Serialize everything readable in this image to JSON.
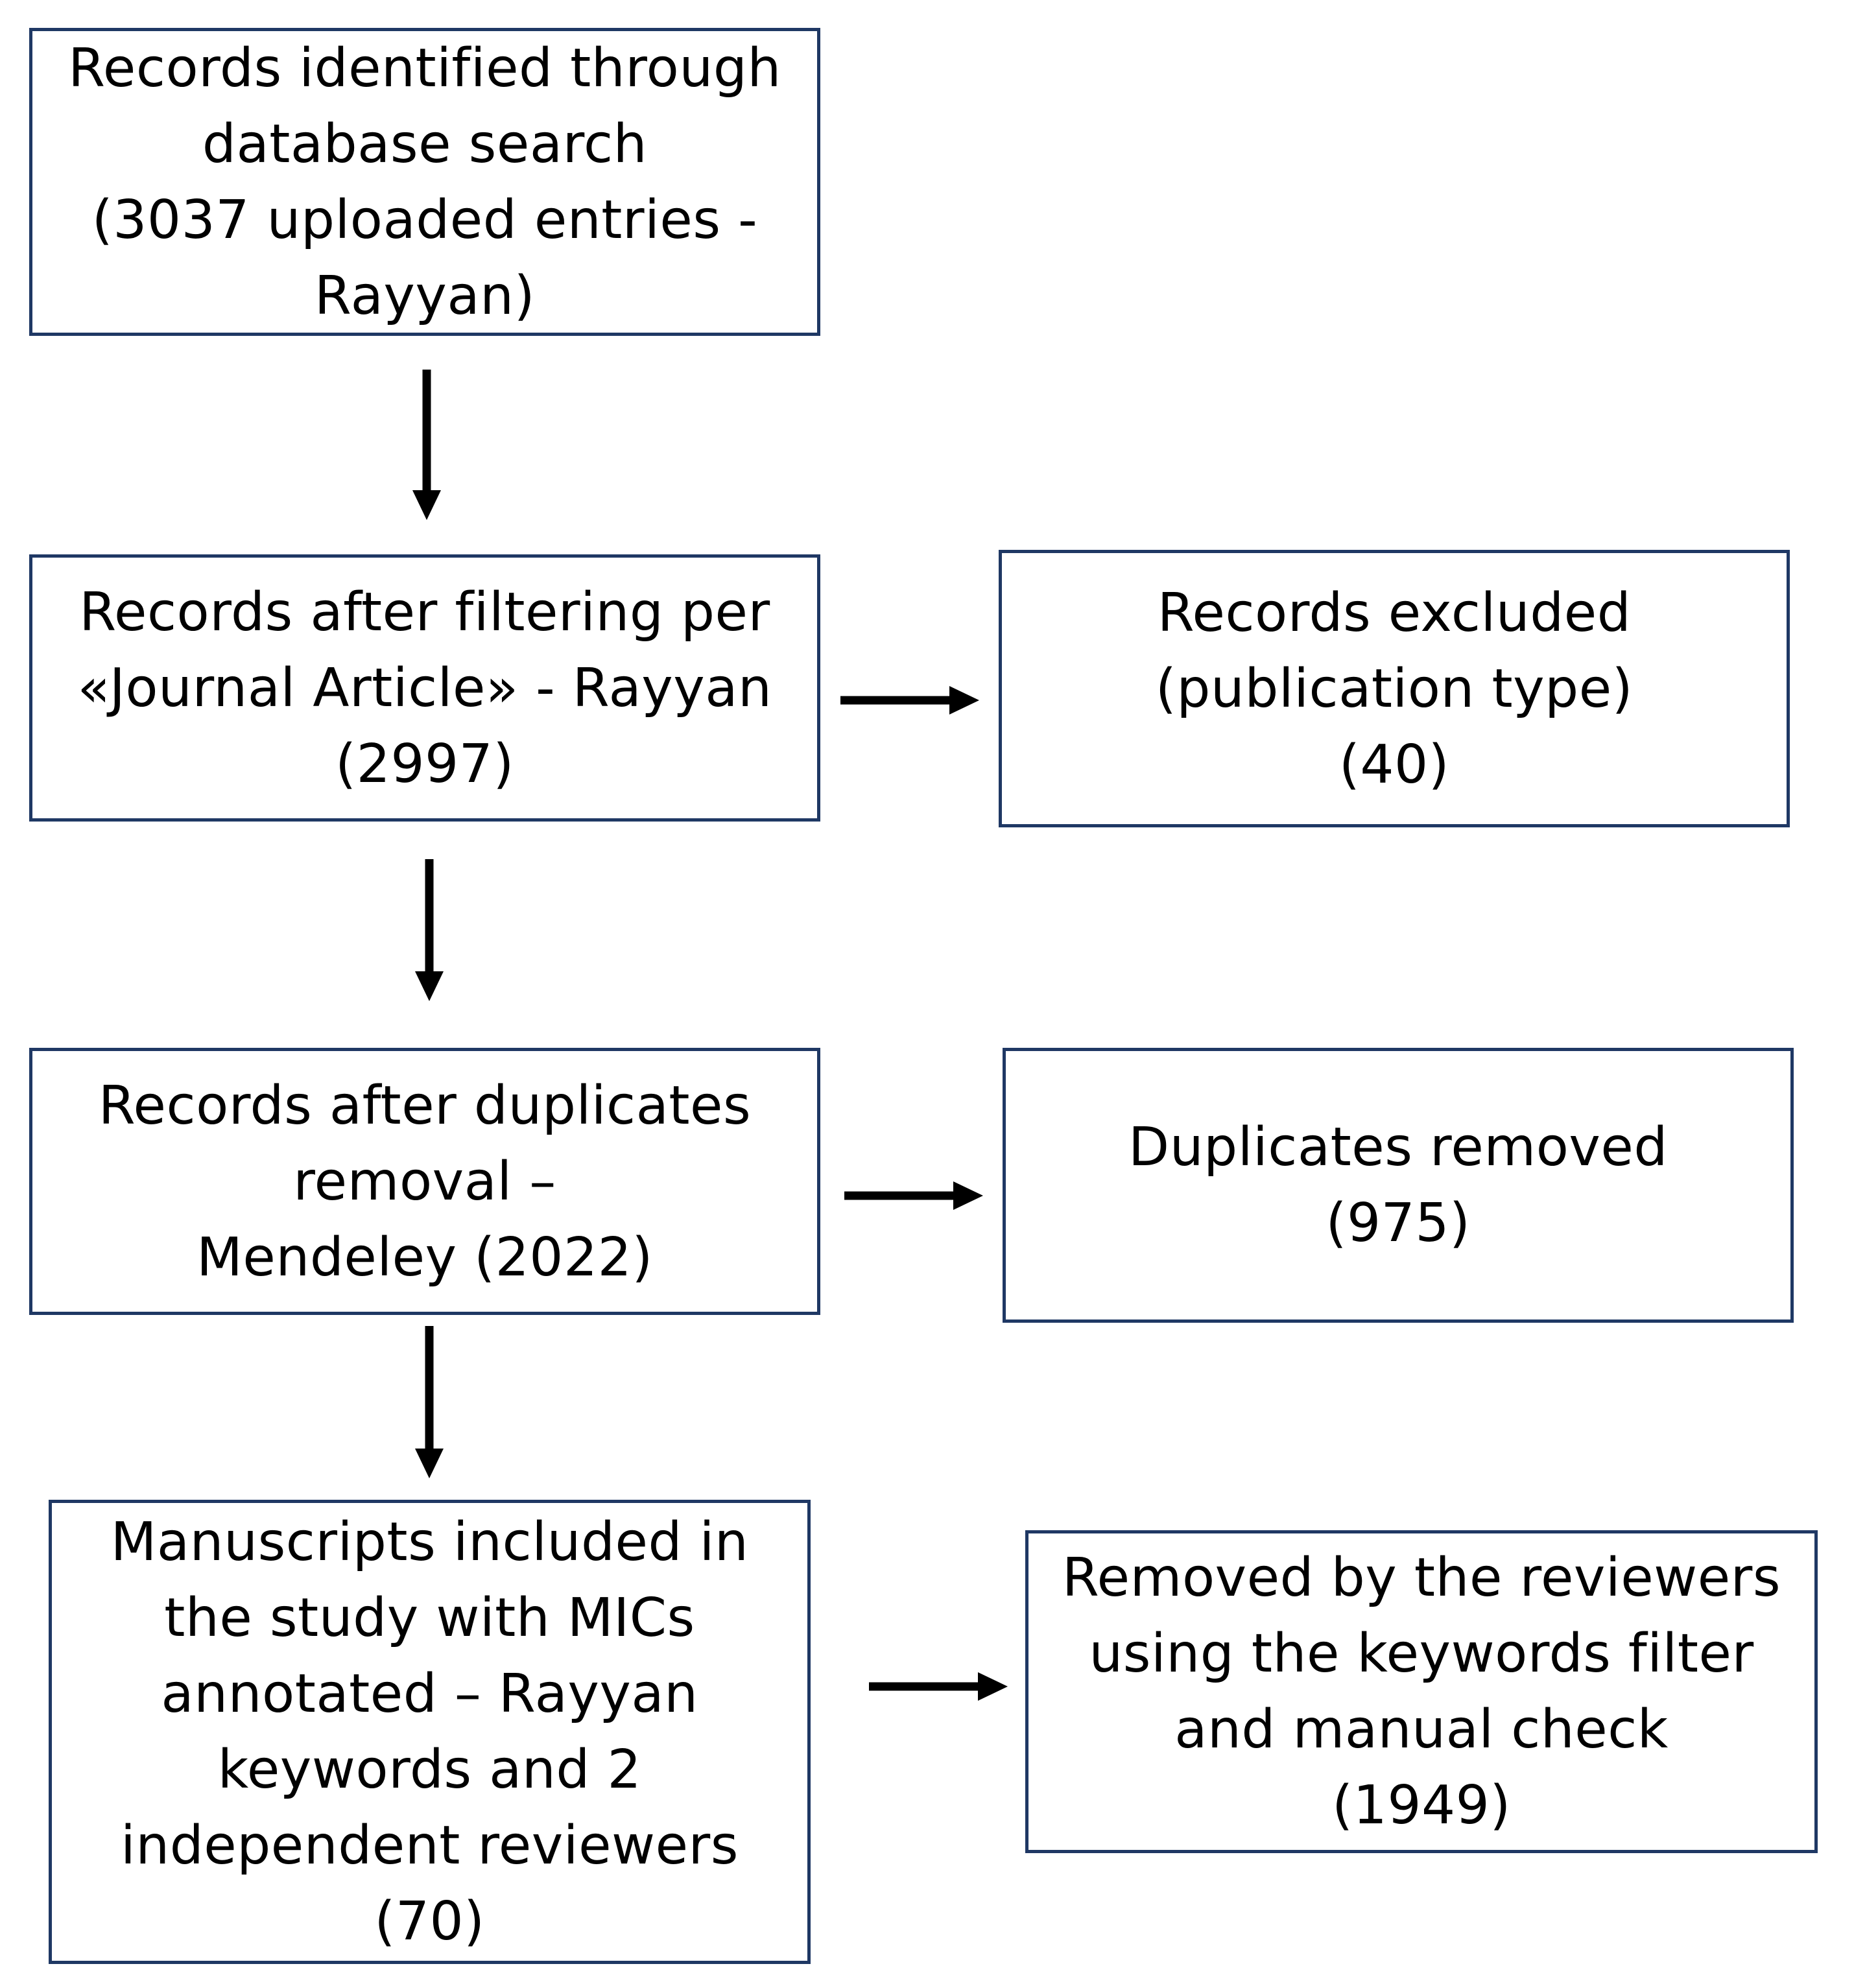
{
  "colors": {
    "box_border": "#1f3864",
    "arrow": "#000000",
    "background": "#ffffff"
  },
  "diagram": {
    "type": "flowchart",
    "main_steps": [
      {
        "id": "identified",
        "lines": [
          "Records identified through",
          "database search",
          "(3037 uploaded entries -",
          "Rayyan)"
        ],
        "count": 3037
      },
      {
        "id": "filtered",
        "lines": [
          "Records after filtering per",
          "«Journal Article» - Rayyan",
          "(2997)"
        ],
        "count": 2997
      },
      {
        "id": "deduplicated",
        "lines": [
          "Records after duplicates",
          "removal –",
          "Mendeley (2022)"
        ],
        "count": 2022
      },
      {
        "id": "included",
        "lines": [
          "Manuscripts included in",
          "the study with MICs",
          "annotated – Rayyan",
          "keywords and 2",
          "independent reviewers",
          "(70)"
        ],
        "count": 70
      }
    ],
    "exclusions": [
      {
        "id": "excluded-publication-type",
        "lines": [
          "Records excluded",
          "(publication type)",
          "(40)"
        ],
        "count": 40
      },
      {
        "id": "duplicates-removed",
        "lines": [
          "Duplicates removed",
          "(975)"
        ],
        "count": 975
      },
      {
        "id": "removed-by-reviewers",
        "lines": [
          "Removed by the reviewers",
          "using the keywords filter",
          "and manual check",
          "(1949)"
        ],
        "count": 1949
      }
    ]
  }
}
